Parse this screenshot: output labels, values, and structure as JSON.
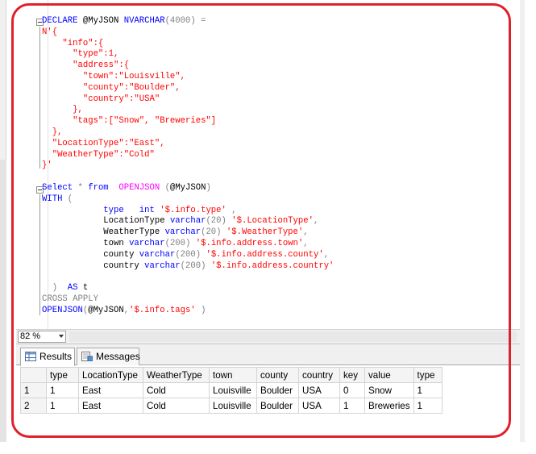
{
  "editor": {
    "code_lines": [
      [
        {
          "t": "DECLARE ",
          "c": "kw"
        },
        {
          "t": "@MyJSON ",
          "c": "blk"
        },
        {
          "t": "NVARCHAR",
          "c": "kw"
        },
        {
          "t": "(4000) =",
          "c": "gray"
        }
      ],
      [
        {
          "t": "N'{",
          "c": "str"
        }
      ],
      [
        {
          "t": "    \"info\":{",
          "c": "str"
        }
      ],
      [
        {
          "t": "      \"type\":1,",
          "c": "str"
        }
      ],
      [
        {
          "t": "      \"address\":{",
          "c": "str"
        }
      ],
      [
        {
          "t": "        \"town\":\"Louisville\",",
          "c": "str"
        }
      ],
      [
        {
          "t": "        \"county\":\"Boulder\",",
          "c": "str"
        }
      ],
      [
        {
          "t": "        \"country\":\"USA\"",
          "c": "str"
        }
      ],
      [
        {
          "t": "      },",
          "c": "str"
        }
      ],
      [
        {
          "t": "      \"tags\":[\"Snow\", \"Breweries\"]",
          "c": "str"
        }
      ],
      [
        {
          "t": "  },",
          "c": "str"
        }
      ],
      [
        {
          "t": "  \"LocationType\":\"East\",",
          "c": "str"
        }
      ],
      [
        {
          "t": "  \"WeatherType\":\"Cold\"",
          "c": "str"
        }
      ],
      [
        {
          "t": "}'",
          "c": "str"
        }
      ],
      [],
      [
        {
          "t": "Select ",
          "c": "kw"
        },
        {
          "t": "* ",
          "c": "gray"
        },
        {
          "t": "from  ",
          "c": "kw"
        },
        {
          "t": "OPENJSON ",
          "c": "fn"
        },
        {
          "t": "(",
          "c": "gray"
        },
        {
          "t": "@MyJSON",
          "c": "blk"
        },
        {
          "t": ")",
          "c": "gray"
        }
      ],
      [
        {
          "t": "WITH ",
          "c": "kw"
        },
        {
          "t": "(",
          "c": "gray"
        }
      ],
      [
        {
          "t": "            type   ",
          "c": "kw"
        },
        {
          "t": "int ",
          "c": "kw"
        },
        {
          "t": "'$.info.type'",
          "c": "str"
        },
        {
          "t": " ,",
          "c": "gray"
        }
      ],
      [
        {
          "t": "            LocationType ",
          "c": "blk"
        },
        {
          "t": "varchar",
          "c": "kw"
        },
        {
          "t": "(20) ",
          "c": "gray"
        },
        {
          "t": "'$.LocationType'",
          "c": "str"
        },
        {
          "t": ",",
          "c": "gray"
        }
      ],
      [
        {
          "t": "            WeatherType ",
          "c": "blk"
        },
        {
          "t": "varchar",
          "c": "kw"
        },
        {
          "t": "(20) ",
          "c": "gray"
        },
        {
          "t": "'$.WeatherType'",
          "c": "str"
        },
        {
          "t": ",",
          "c": "gray"
        }
      ],
      [
        {
          "t": "            town ",
          "c": "blk"
        },
        {
          "t": "varchar",
          "c": "kw"
        },
        {
          "t": "(200) ",
          "c": "gray"
        },
        {
          "t": "'$.info.address.town'",
          "c": "str"
        },
        {
          "t": ",",
          "c": "gray"
        }
      ],
      [
        {
          "t": "            county ",
          "c": "blk"
        },
        {
          "t": "varchar",
          "c": "kw"
        },
        {
          "t": "(200) ",
          "c": "gray"
        },
        {
          "t": "'$.info.address.county'",
          "c": "str"
        },
        {
          "t": ",",
          "c": "gray"
        }
      ],
      [
        {
          "t": "            country ",
          "c": "blk"
        },
        {
          "t": "varchar",
          "c": "kw"
        },
        {
          "t": "(200) ",
          "c": "gray"
        },
        {
          "t": "'$.info.address.country'",
          "c": "str"
        }
      ],
      [],
      [
        {
          "t": "  )  ",
          "c": "gray"
        },
        {
          "t": "AS ",
          "c": "kw"
        },
        {
          "t": "t",
          "c": "blk"
        }
      ],
      [
        {
          "t": "CROSS APPLY",
          "c": "gray"
        }
      ],
      [
        {
          "t": "OPENJSON",
          "c": "kw"
        },
        {
          "t": "(",
          "c": "gray"
        },
        {
          "t": "@MyJSON",
          "c": "blk"
        },
        {
          "t": ",",
          "c": "gray"
        },
        {
          "t": "'$.info.tags'",
          "c": "str"
        },
        {
          "t": " )",
          "c": "gray"
        }
      ]
    ]
  },
  "zoom": {
    "value": "82 %"
  },
  "tabs": {
    "results": "Results",
    "messages": "Messages"
  },
  "grid": {
    "columns": [
      "type",
      "LocationType",
      "WeatherType",
      "town",
      "county",
      "country",
      "key",
      "value",
      "type"
    ],
    "rows": [
      [
        "1",
        "1",
        "East",
        "Cold",
        "Louisville",
        "Boulder",
        "USA",
        "0",
        "Snow",
        "1"
      ],
      [
        "2",
        "1",
        "East",
        "Cold",
        "Louisville",
        "Boulder",
        "USA",
        "1",
        "Breweries",
        "1"
      ]
    ]
  },
  "colors": {
    "frame": "#e0202c",
    "keyword": "#0000ff",
    "string": "#ff0000",
    "function": "#ff00ff",
    "operator": "#808080"
  }
}
